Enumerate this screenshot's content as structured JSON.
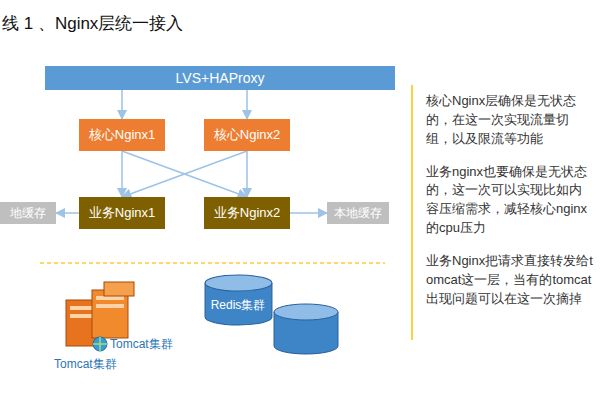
{
  "diagram": {
    "title": "线 1 、Nginx层统一接入",
    "nodes": [
      {
        "text": [
          "LVS+HAProxy"
        ]
      },
      {
        "text": [
          "核心Nginx1"
        ]
      },
      {
        "text": [
          "核心Nginx2"
        ]
      },
      {
        "text": [
          "业务Nginx1"
        ]
      },
      {
        "text": [
          "业务Nginx2"
        ]
      },
      {
        "text": [
          "地缓存"
        ]
      },
      {
        "text": [
          "本地缓存"
        ]
      },
      {
        "text": [
          "Redis集群"
        ]
      }
    ],
    "edges": [
      {
        "from": 0,
        "to": 1,
        "arrow": "to"
      },
      {
        "from": 0,
        "to": 2,
        "arrow": "to"
      },
      {
        "from": 1,
        "to": 3,
        "arrow": "to"
      },
      {
        "from": 1,
        "to": 4,
        "arrow": "to"
      },
      {
        "from": 2,
        "to": 3,
        "arrow": "to"
      },
      {
        "from": 2,
        "to": 4,
        "arrow": "to"
      },
      {
        "from": 3,
        "to": 5,
        "arrow": "to"
      },
      {
        "from": 4,
        "to": 6,
        "arrow": "to"
      }
    ],
    "labels": [
      "Tomcat集群",
      "Tomcat集群",
      "核心Nginx层确保是无状态的，在这一次实现流量切组，以及限流等功能",
      "业务nginx也要确保是无状态的，这一次可以实现比如内容压缩需求，减轻核心nginx的cpu压力",
      "业务Nginx把请求直接转发给tomcat这一层，当有的tomcat出现问题可以在这一次摘掉"
    ]
  }
}
